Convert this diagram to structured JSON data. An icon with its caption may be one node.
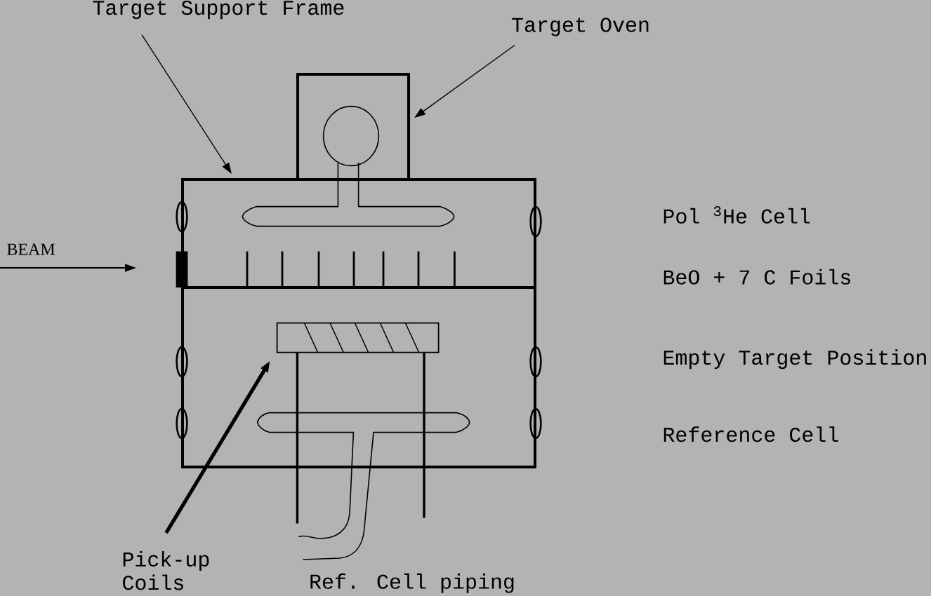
{
  "diagram": {
    "nodes": [
      {
        "text": [
          "Target Support Frame"
        ]
      },
      {
        "text": [
          "Target Oven"
        ]
      },
      {
        "text": [],
        "shape": "box"
      },
      {
        "text": [],
        "shape": "box"
      },
      {
        "text": [],
        "shape": "box",
        "in": 3
      },
      {
        "text": [
          "Pick-up Coils"
        ]
      }
    ],
    "edges": [
      {
        "from": 0,
        "to": 3,
        "arrow": "to"
      },
      {
        "from": 1,
        "to": 2,
        "arrow": "to"
      },
      {
        "from": 5,
        "to": 4,
        "arrow": "to",
        "style": "thick"
      }
    ],
    "labels": [
      "Pol $^{3}$He Cell",
      "BEAM",
      "BeO + 7 C Foils",
      "Empty Target Position",
      "Reference Cell",
      "Ref. Cell piping"
    ]
  }
}
